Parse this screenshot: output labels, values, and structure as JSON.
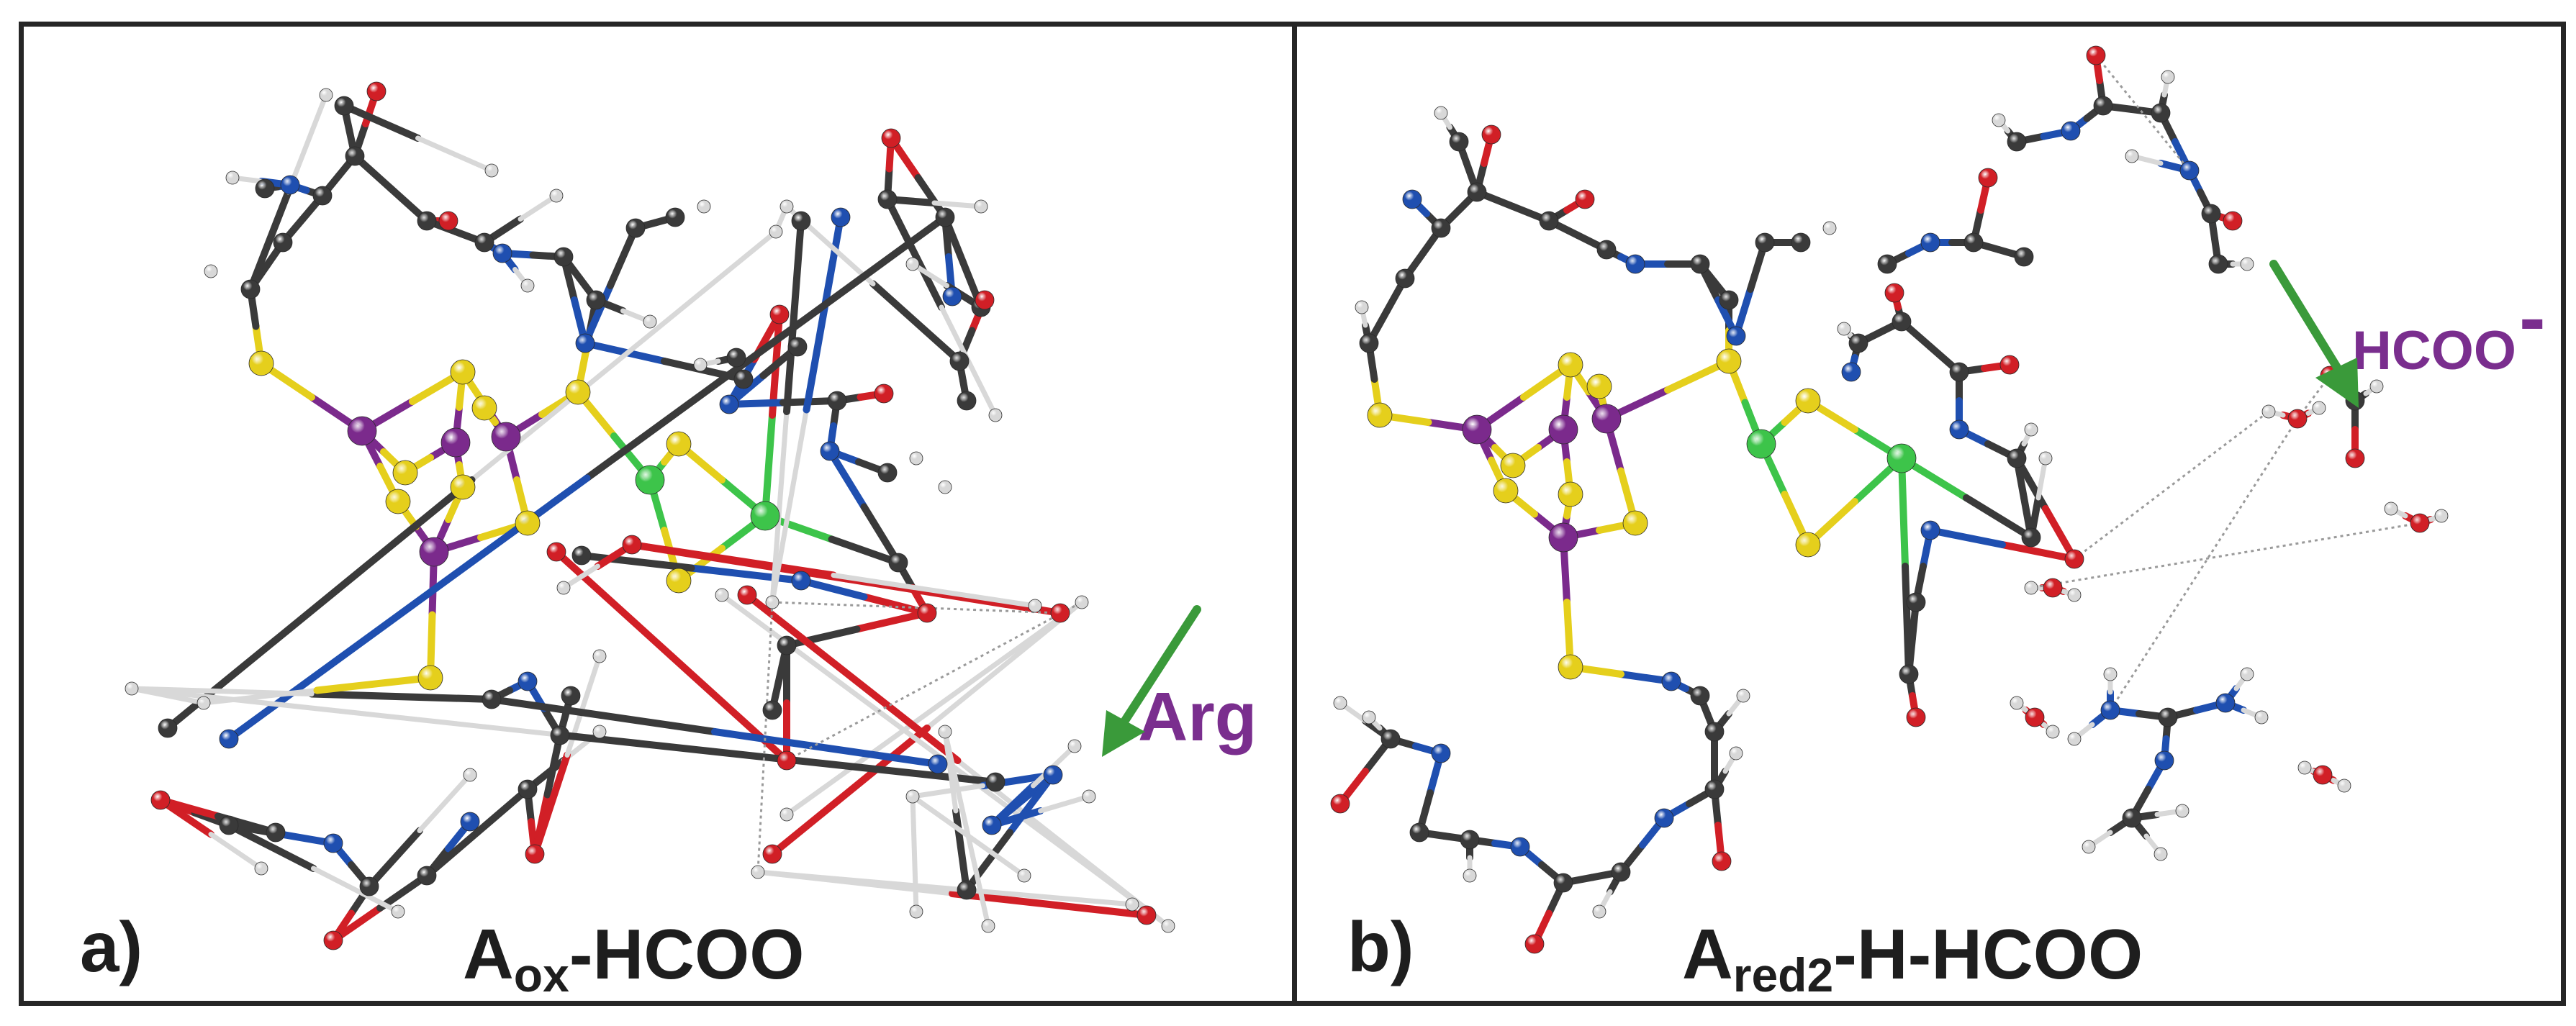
{
  "figure": {
    "panels": [
      {
        "label": "a)",
        "title_main": "A",
        "title_sub": "ox",
        "title_rest": "-HCOO",
        "annotation": "Arg",
        "annotation_sup": ""
      },
      {
        "label": "b)",
        "title_main": "A",
        "title_sub": "red2",
        "title_rest": "-H-HCOO",
        "annotation": "HCOO",
        "annotation_sup": "-"
      }
    ]
  },
  "colors": {
    "carbon": "#3a3a3a",
    "hydrogen": "#d8d8d8",
    "oxygen": "#d11f26",
    "nitrogen": "#1f4fb0",
    "sulfur": "#e5cf1c",
    "iron": "#7b2a8c",
    "nickel": "#3dc44a",
    "arrow": "#3a9a3a",
    "annotation": "#7a2e8e"
  },
  "icons": [
    "green-arrow-icon"
  ]
}
